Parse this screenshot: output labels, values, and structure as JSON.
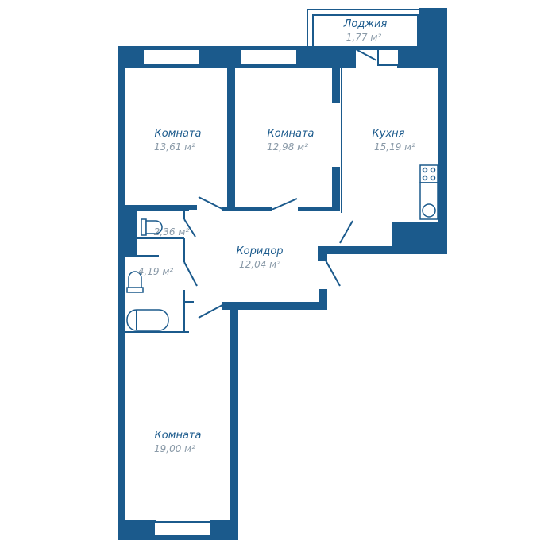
{
  "colors": {
    "wall": "#1b5a8c",
    "label_name": "#1b5a8c",
    "label_area": "#8a9aa8",
    "background": "#ffffff"
  },
  "rooms": {
    "loggia": {
      "name": "Лоджия",
      "area": "1,77 м²"
    },
    "room_nw": {
      "name": "Комната",
      "area": "13,61 м²"
    },
    "room_n": {
      "name": "Комната",
      "area": "12,98 м²"
    },
    "kitchen": {
      "name": "Кухня",
      "area": "15,19 м²"
    },
    "toilet": {
      "name": "",
      "area": "2,36 м²"
    },
    "bathroom": {
      "name": "",
      "area": "4,19 м²"
    },
    "corridor": {
      "name": "Коридор",
      "area": "12,04 м²"
    },
    "room_s": {
      "name": "Комната",
      "area": "19,00 м²"
    }
  },
  "icons": [
    "stove-icon",
    "sink-icon",
    "toilet-icon",
    "bathtub-icon"
  ]
}
